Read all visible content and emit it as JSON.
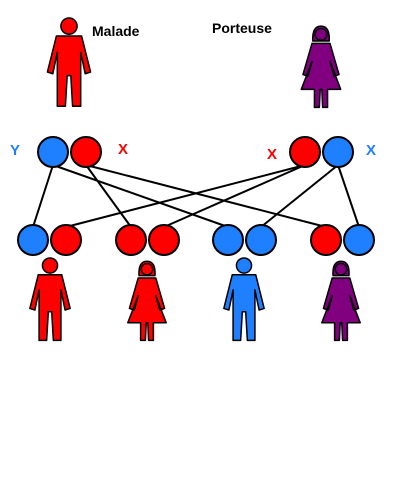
{
  "parents": {
    "father": {
      "label": "Malade",
      "color": "#ff0000",
      "sex": "male",
      "icon": "man-figure-icon"
    },
    "mother": {
      "label": "Porteuse",
      "color": "#800080",
      "sex": "female",
      "icon": "woman-figure-icon"
    }
  },
  "chromosomes": {
    "father": [
      {
        "label": "Y",
        "color": "#1e7fff"
      },
      {
        "label": "X",
        "color": "#ff0000"
      }
    ],
    "mother": [
      {
        "label": "X",
        "color": "#ff0000"
      },
      {
        "label": "X",
        "color": "#1e7fff"
      }
    ]
  },
  "children": [
    {
      "pair": [
        "#1e7fff",
        "#ff0000"
      ],
      "color": "#ff0000",
      "sex": "male",
      "icon": "man-figure-icon"
    },
    {
      "pair": [
        "#ff0000",
        "#ff0000"
      ],
      "color": "#ff0000",
      "sex": "female",
      "icon": "woman-figure-icon"
    },
    {
      "pair": [
        "#1e7fff",
        "#1e7fff"
      ],
      "color": "#1e7fff",
      "sex": "male",
      "icon": "man-figure-icon"
    },
    {
      "pair": [
        "#ff0000",
        "#1e7fff"
      ],
      "color": "#800080",
      "sex": "female",
      "icon": "woman-figure-icon"
    }
  ]
}
